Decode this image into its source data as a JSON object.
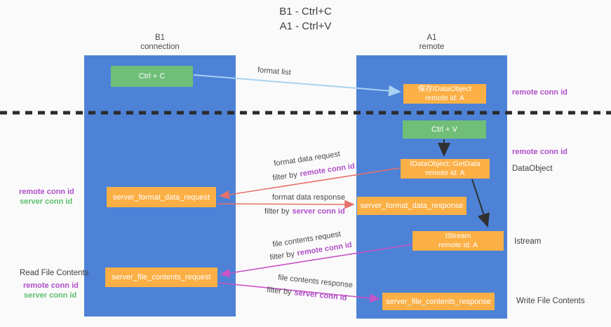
{
  "title": {
    "line1": "B1 - Ctrl+C",
    "line2": "A1 - Ctrl+V"
  },
  "lanes": {
    "left": {
      "name": "B1",
      "role": "connection"
    },
    "right": {
      "name": "A1",
      "role": "remote"
    }
  },
  "nodes": {
    "ctrl_c": "Ctrl + C",
    "ctrl_v": "Ctrl + V",
    "saved_dataobject": {
      "title": "保存IDataObject",
      "subtitle": "remote id: A"
    },
    "getdata": {
      "title": "IDataObject::GetData",
      "subtitle": "remote id: A"
    },
    "istream": {
      "title": "IStream",
      "subtitle": "remote id: A"
    },
    "server_format_data_request": "server_format_data_request",
    "server_format_data_response": "server_format_data_response",
    "server_file_contents_request": "server_file_contents_request",
    "server_file_contents_response": "server_file_contents_response"
  },
  "flow_labels": {
    "format_list": "format list",
    "format_data_request": "format data request",
    "format_data_response": "format data response",
    "file_contents_request": "file contents request",
    "file_contents_response": "file contents response",
    "filter_by": "filter by",
    "remote_conn_id": "remote conn id",
    "server_conn_id": "server conn id"
  },
  "annotations": {
    "remote_conn_id": "remote conn id",
    "server_conn_id": "server conn id",
    "dataobject": "DataObject",
    "istream": "Istream",
    "read_file_contents": "Read File Contents",
    "write_file_contents": "Write File Contents"
  },
  "colors": {
    "lane_blue": "#4D82D7",
    "node_green": "#70BE78",
    "node_orange": "#FBAF45",
    "label_purple": "#AE4FC8",
    "label_green": "#5CBE6E",
    "arrow_lightblue": "#A8D2F0",
    "arrow_red": "#E8706A",
    "arrow_magenta": "#C853C8",
    "arrow_black": "#303030",
    "text_dark": "#3F3F3F",
    "background": "#FAFAFA"
  }
}
